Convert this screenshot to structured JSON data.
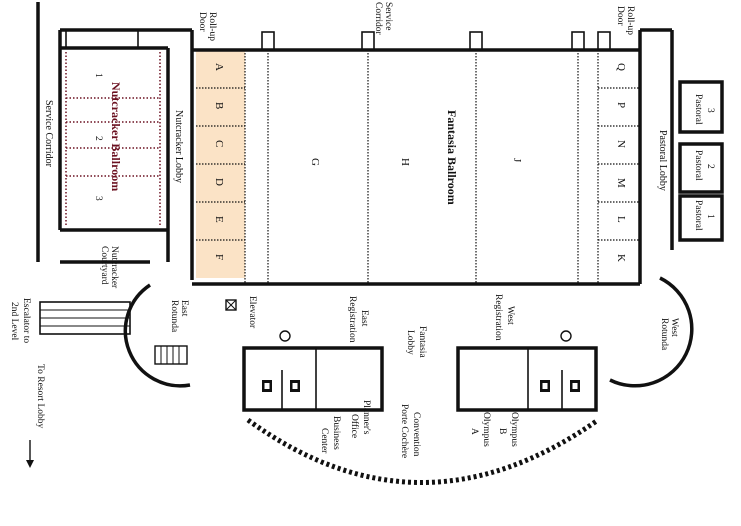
{
  "labels": {
    "rollup_left": [
      "Roll-up",
      "Door"
    ],
    "rollup_right": [
      "Roll-up",
      "Door"
    ],
    "service_corridor_top": [
      "Service",
      "Corridor"
    ],
    "service_corridor_left": "Service Corridor",
    "nutcracker_ballroom": "Nutcracker Ballroom",
    "nutcracker_lobby": "Nutcracker Lobby",
    "nutcracker_courtyard": [
      "Nutcracker",
      "Courtyard"
    ],
    "fantasia_ballroom": "Fantasia Ballroom",
    "pastoral_lobby": "Pastoral Lobby",
    "east_rotunda": [
      "East",
      "Rotunda"
    ],
    "west_rotunda": [
      "West",
      "Rotunda"
    ],
    "elevator": "Elevator",
    "east_registration": [
      "East",
      "Registration"
    ],
    "west_registration": [
      "West",
      "Registration"
    ],
    "fantasia_lobby": [
      "Fantasia",
      "Lobby"
    ],
    "business_center": [
      "Business",
      "Center"
    ],
    "planners_office": [
      "Planner's",
      "Office"
    ],
    "convention_porte_cochere": [
      "Convention",
      "Porte Cochère"
    ],
    "olympus_a": [
      "Olympus",
      "A"
    ],
    "olympus_b": [
      "Olympus",
      "B"
    ],
    "escalator": [
      "Escalator to",
      "2nd Level"
    ],
    "resort_lobby": "To Resort Lobby"
  },
  "nutcracker_sections": [
    "1",
    "2",
    "3"
  ],
  "fantasia_sections_left": [
    "A",
    "B",
    "C",
    "D",
    "E",
    "F"
  ],
  "fantasia_sections_center": [
    "G",
    "H",
    "J"
  ],
  "fantasia_sections_right": [
    "Q",
    "P",
    "N",
    "M",
    "L",
    "K"
  ],
  "pastoral_rooms": [
    {
      "number": "3",
      "name": "Pastoral"
    },
    {
      "number": "2",
      "name": "Pastoral"
    },
    {
      "number": "1",
      "name": "Pastoral"
    }
  ],
  "colors": {
    "highlight": "#fbe3c6",
    "nutcracker_label": "#6b1020",
    "walls": "#111111"
  },
  "icons": [
    "restroom-icon",
    "phone-icon",
    "elevator-icon",
    "escalator-icon",
    "door-icon",
    "arrow-down-icon"
  ]
}
